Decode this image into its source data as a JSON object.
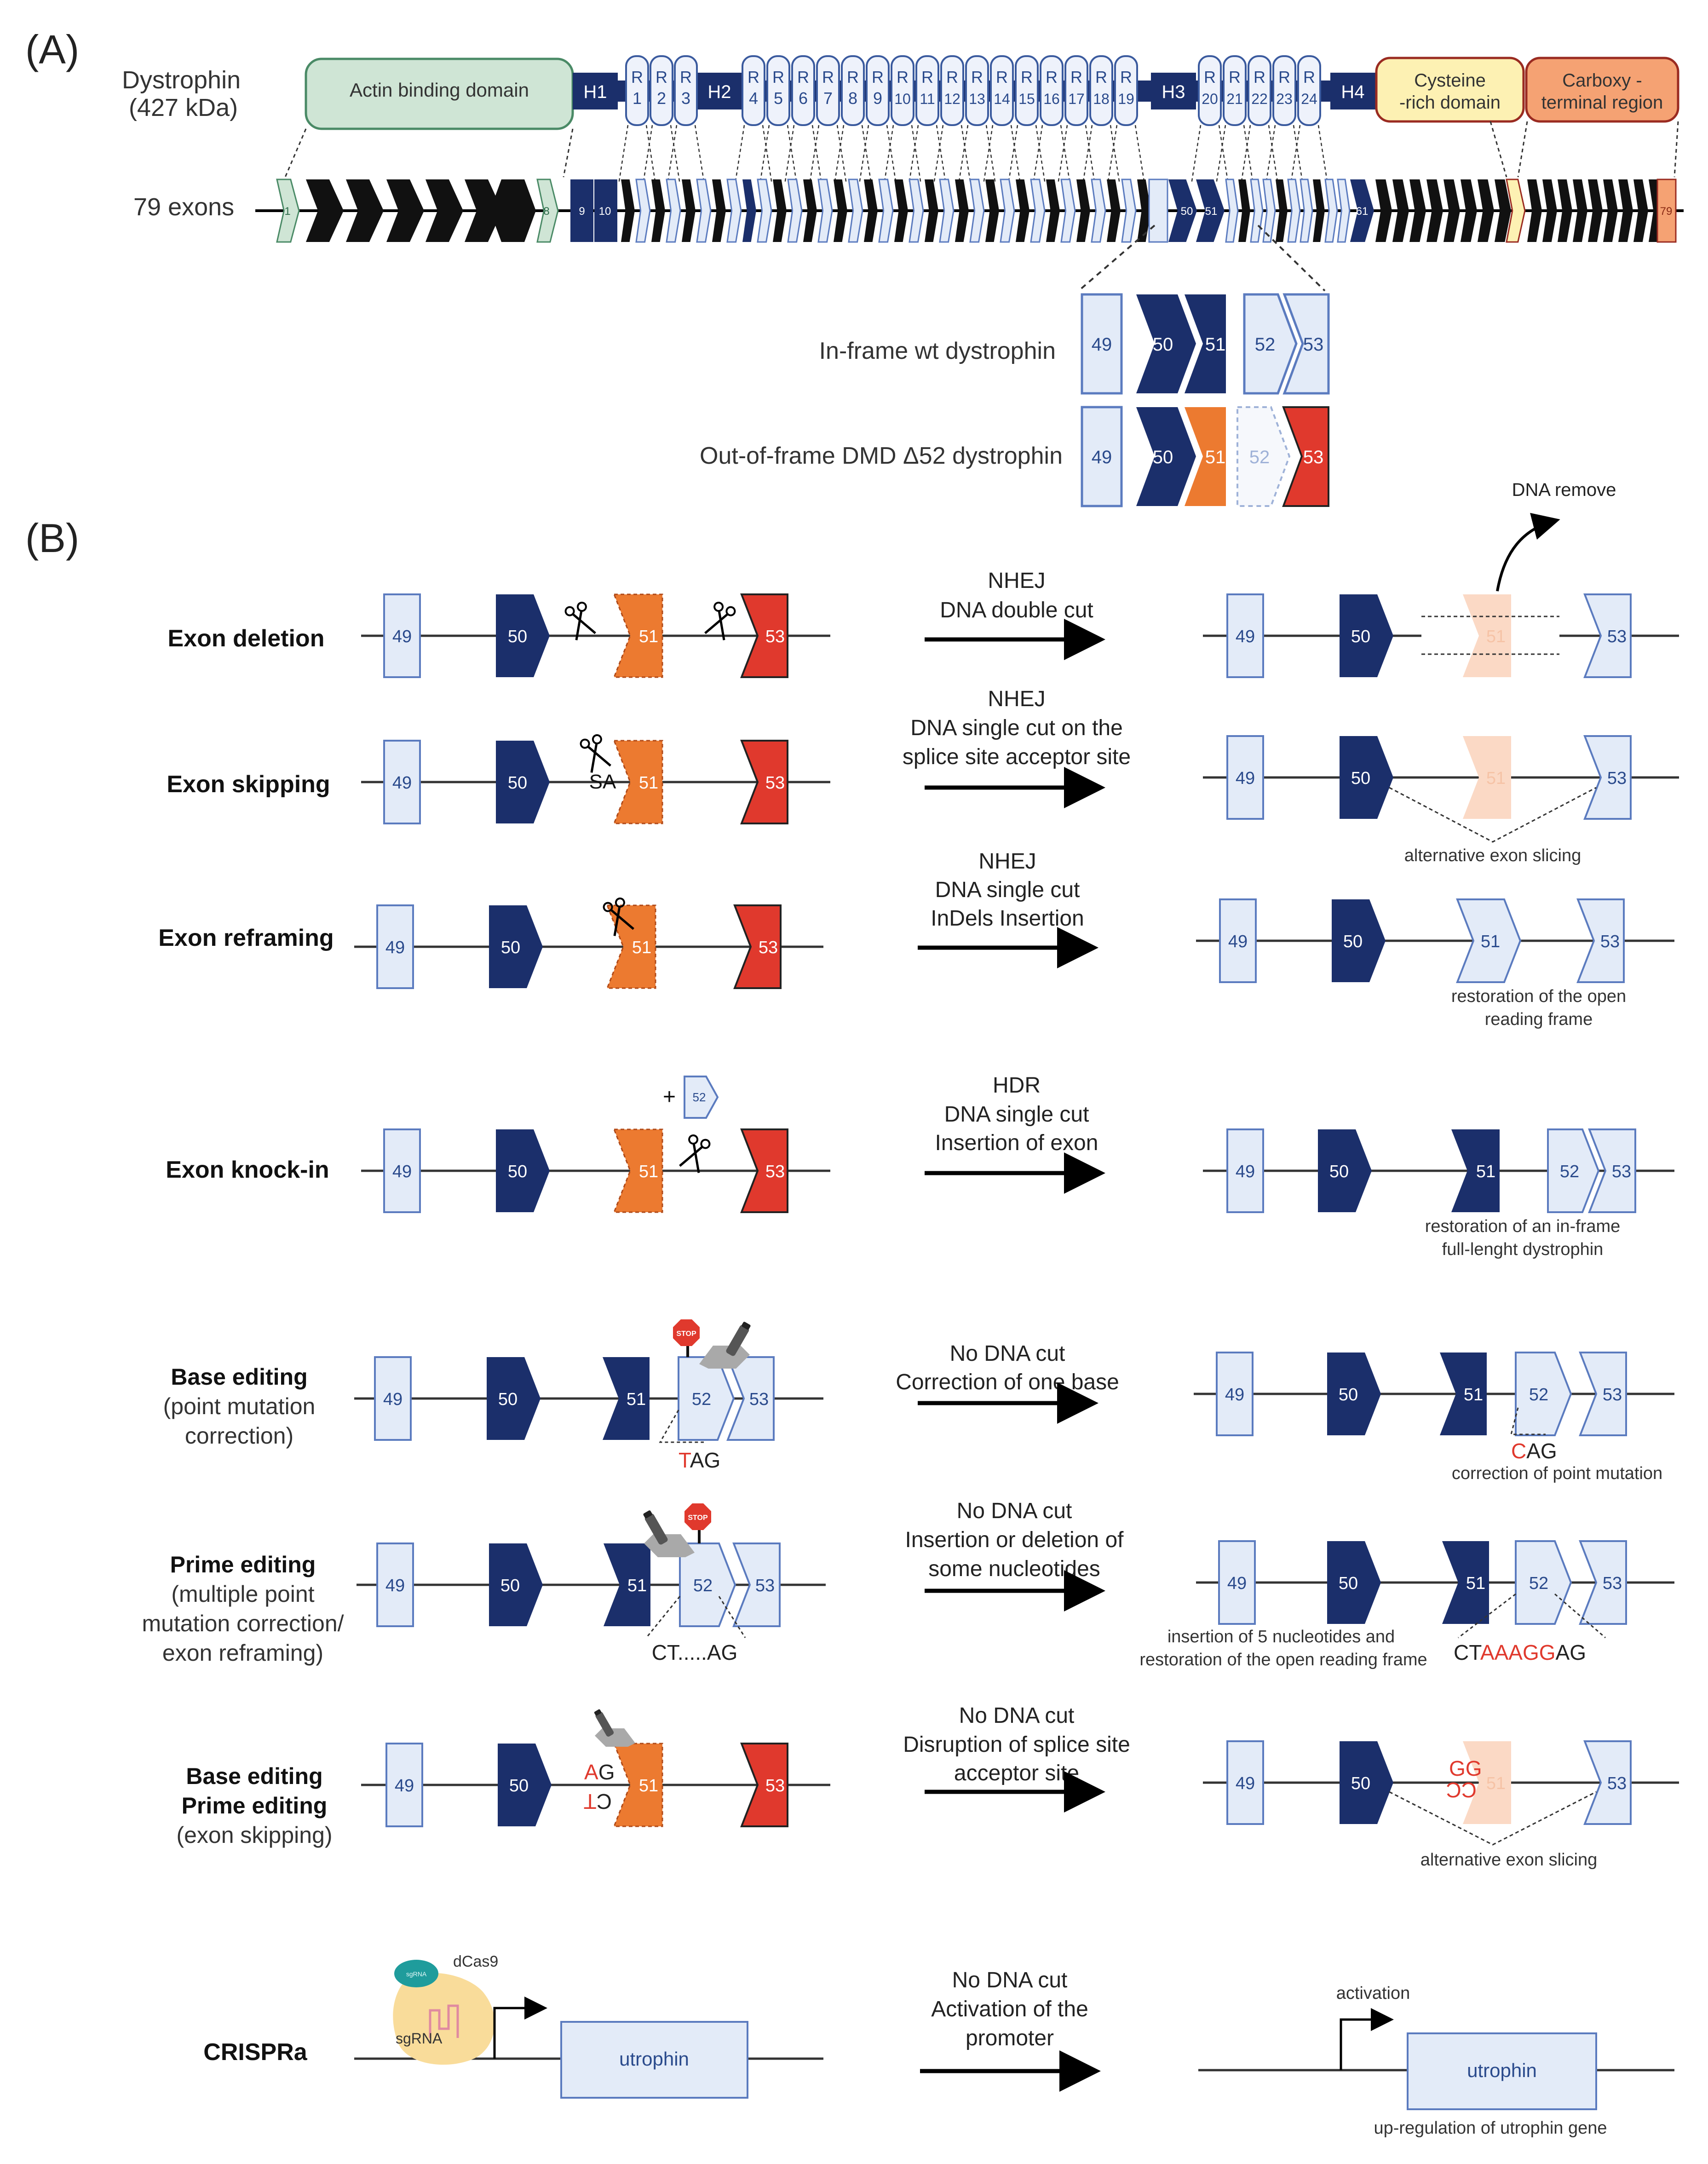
{
  "panel_a": {
    "label": "(A)",
    "protein_name": "Dystrophin",
    "protein_size": "(427 kDa)",
    "exons_label": "79 exons",
    "domains": {
      "actin": "Actin binding domain",
      "cysteine_1": "Cysteine",
      "cysteine_2": "-rich domain",
      "carboxy_1": "Carboxy -",
      "carboxy_2": "terminal region"
    },
    "hinges": [
      "H1",
      "H2",
      "H3",
      "H4"
    ],
    "repeat_letter": "R",
    "repeats": [
      "1",
      "2",
      "3",
      "4",
      "5",
      "6",
      "7",
      "8",
      "9",
      "10",
      "11",
      "12",
      "13",
      "14",
      "15",
      "16",
      "17",
      "18",
      "19",
      "20",
      "21",
      "22",
      "23",
      "24"
    ],
    "exon_numbers": [
      "1",
      "8",
      "9",
      "10",
      "50",
      "51",
      "61",
      "79"
    ],
    "rows": [
      {
        "label": "In-frame wt dystrophin",
        "exons": [
          "49",
          "50",
          "51",
          "52",
          "53"
        ]
      },
      {
        "label": "Out-of-frame DMD Δ52 dystrophin",
        "exons": [
          "49",
          "50",
          "51",
          "52",
          "53"
        ]
      }
    ]
  },
  "panel_b": {
    "label": "(B)",
    "dna_remove": "DNA remove",
    "strategies": [
      {
        "name": [
          "Exon deletion"
        ],
        "method": [
          "NHEJ",
          "DNA double cut"
        ],
        "note": []
      },
      {
        "name": [
          "Exon skipping"
        ],
        "method": [
          "NHEJ",
          "DNA single cut on the",
          "splice site acceptor site"
        ],
        "note": [
          "alternative exon slicing"
        ]
      },
      {
        "name": [
          "Exon reframing"
        ],
        "method": [
          "NHEJ",
          "DNA single cut",
          "InDels Insertion"
        ],
        "note": [
          "restoration of the open",
          "reading frame"
        ]
      },
      {
        "name": [
          "Exon knock-in"
        ],
        "method": [
          "HDR",
          "DNA single cut",
          "Insertion of exon"
        ],
        "note": [
          "restoration of an in-frame",
          "full-lenght dystrophin"
        ]
      },
      {
        "name": [
          "Base editing",
          "(point mutation",
          "correction)"
        ],
        "method": [
          "No DNA cut",
          "Correction of one base"
        ],
        "note": [
          "correction of point mutation"
        ]
      },
      {
        "name": [
          "Prime editing",
          "(multiple point",
          "mutation correction/",
          "exon reframing)"
        ],
        "method": [
          "No DNA cut",
          "Insertion or deletion of",
          "some nucleotides"
        ],
        "note": [
          "insertion of 5 nucleotides and",
          "restoration of the open reading frame"
        ]
      },
      {
        "name": [
          "Base editing",
          "Prime editing",
          "(exon skipping)"
        ],
        "method": [
          "No DNA cut",
          "Disruption of splice site",
          "acceptor site"
        ],
        "note": [
          "alternative exon slicing"
        ]
      },
      {
        "name": [
          "CRISPRa"
        ],
        "method": [
          "No DNA cut",
          "Activation of the",
          "promoter"
        ],
        "note": [
          "up-regulation of utrophin gene"
        ]
      }
    ],
    "exons": {
      "e49": "49",
      "e50": "50",
      "e51": "51",
      "e52": "52",
      "e53": "53"
    },
    "plus": "+",
    "sa": "SA",
    "stop": "STOP",
    "seq": {
      "be_before_red": "T",
      "be_before_black": "AG",
      "be_after_red": "C",
      "be_after_black": "AG",
      "pe_before": "CT.....AG",
      "pe_after_1": "CT",
      "pe_after_red": "AAAGG",
      "pe_after_2": "AG",
      "ss_top_red": "A",
      "ss_top_black": "G",
      "ss_bot_red": "T",
      "ss_bot_black": "C",
      "ss_after_top": "GG",
      "ss_after_bot": "CC"
    },
    "crispra": {
      "dcas9": "dCas9",
      "sgrna": "sgRNA",
      "spink": "sgRNA",
      "gene": "utrophin",
      "activation": "activation"
    }
  },
  "colors": {
    "navy": "#1b2f6b",
    "light_blue_fill": "#e3ebf8",
    "light_blue_stroke": "#5b7bbf",
    "orange": "#ec7a30",
    "red": "#e0392d",
    "green_fill": "#cfe5d5",
    "green_stroke": "#4a8a66",
    "yellow_fill": "#fdf1b3",
    "salmon": "#f5a273",
    "faded": "#fbd9c5",
    "mut_red": "#e0392d"
  }
}
